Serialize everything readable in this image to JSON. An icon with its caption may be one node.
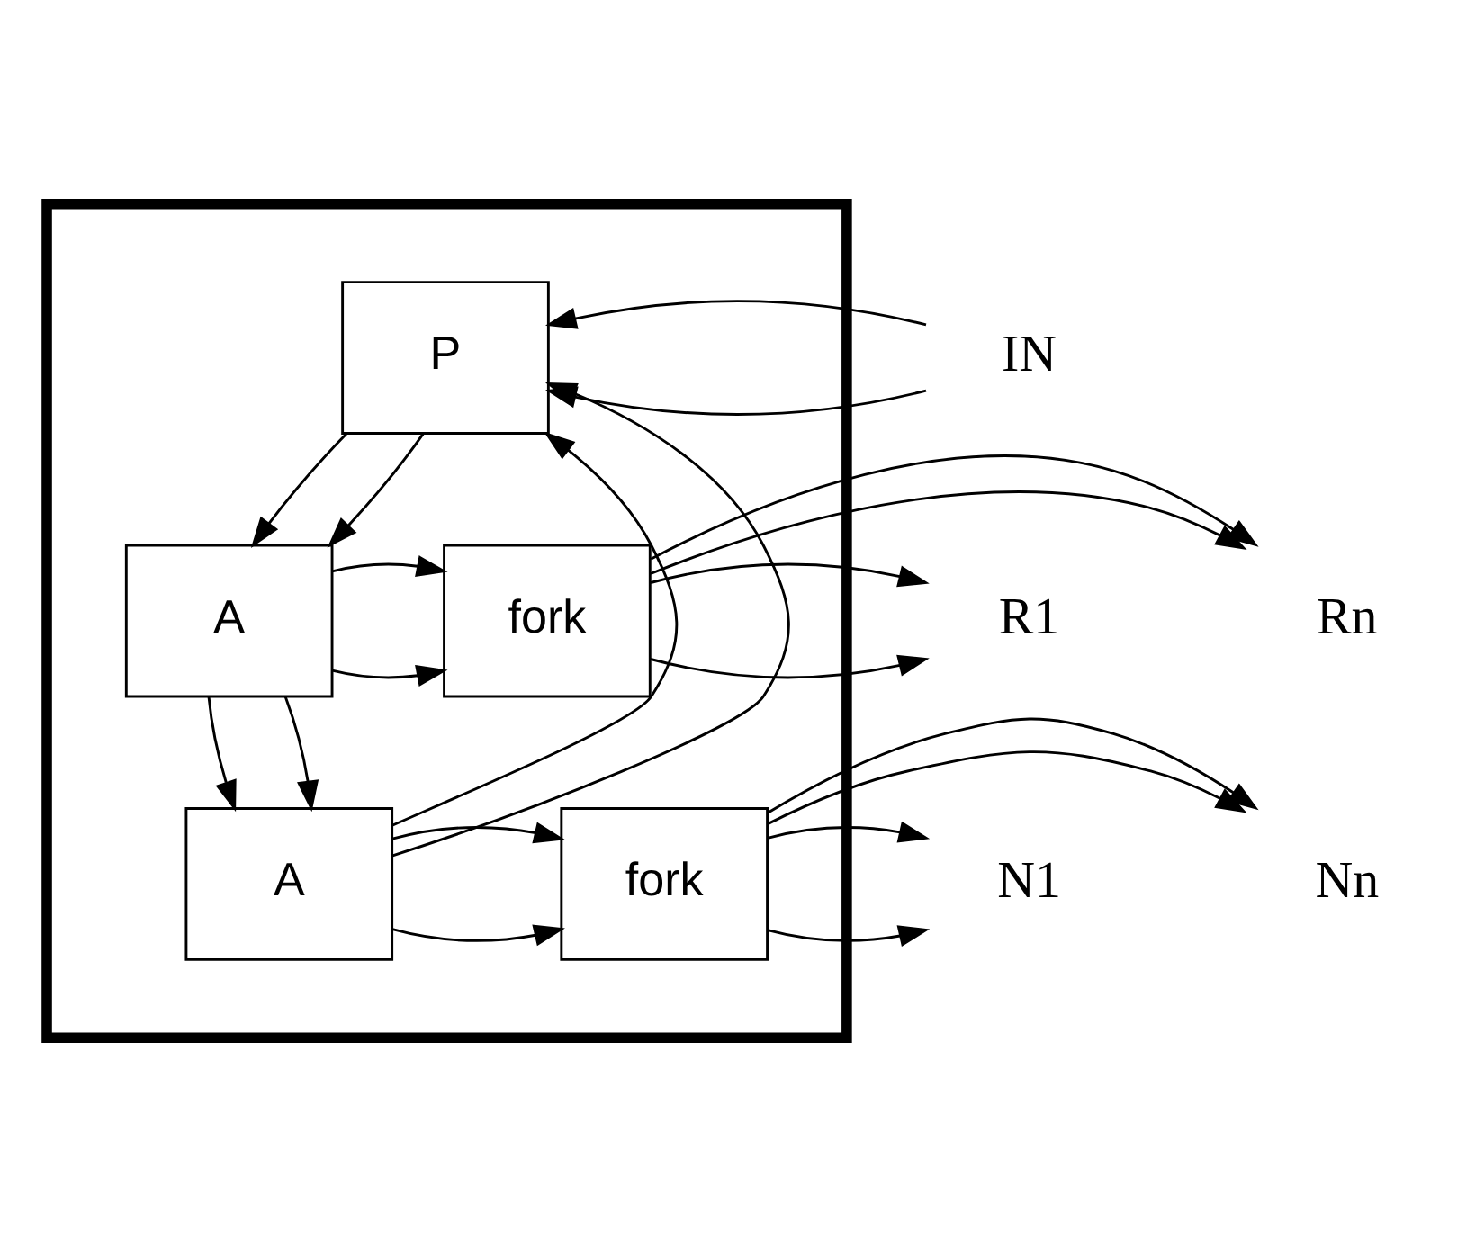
{
  "diagram": {
    "nodes": [
      {
        "text": [],
        "shape": "box"
      },
      {
        "text": [
          "IN"
        ]
      },
      {
        "text": [
          "P"
        ],
        "in": 0
      },
      {
        "text": [
          "A"
        ],
        "in": 0
      },
      {
        "text": [
          "fork"
        ],
        "in": 0
      },
      {
        "text": [
          "R1"
        ]
      },
      {
        "text": [
          "Rn"
        ]
      },
      {
        "text": [
          "A"
        ],
        "in": 0
      },
      {
        "text": [
          "fork"
        ],
        "in": 0
      },
      {
        "text": [
          "N1"
        ]
      },
      {
        "text": [
          "Nn"
        ]
      }
    ],
    "edges": [
      {
        "from": 1,
        "to": 2,
        "arrow": "to"
      },
      {
        "from": 1,
        "to": 2,
        "arrow": "to"
      },
      {
        "from": 2,
        "to": 3,
        "arrow": "to"
      },
      {
        "from": 2,
        "to": 3,
        "arrow": "to"
      },
      {
        "from": 3,
        "to": 4,
        "arrow": "to"
      },
      {
        "from": 3,
        "to": 4,
        "arrow": "to"
      },
      {
        "from": 4,
        "to": 5,
        "arrow": "to"
      },
      {
        "from": 4,
        "to": 5,
        "arrow": "to"
      },
      {
        "from": 4,
        "to": 6,
        "arrow": "to"
      },
      {
        "from": 4,
        "to": 6,
        "arrow": "to"
      },
      {
        "from": 3,
        "to": 7,
        "arrow": "to"
      },
      {
        "from": 3,
        "to": 7,
        "arrow": "to"
      },
      {
        "from": 7,
        "to": 8,
        "arrow": "to"
      },
      {
        "from": 7,
        "to": 8,
        "arrow": "to"
      },
      {
        "from": 8,
        "to": 9,
        "arrow": "to"
      },
      {
        "from": 8,
        "to": 9,
        "arrow": "to"
      },
      {
        "from": 8,
        "to": 10,
        "arrow": "to"
      },
      {
        "from": 8,
        "to": 10,
        "arrow": "to"
      },
      {
        "from": 7,
        "to": 2,
        "arrow": "to"
      },
      {
        "from": 7,
        "to": 2,
        "arrow": "to"
      }
    ]
  }
}
